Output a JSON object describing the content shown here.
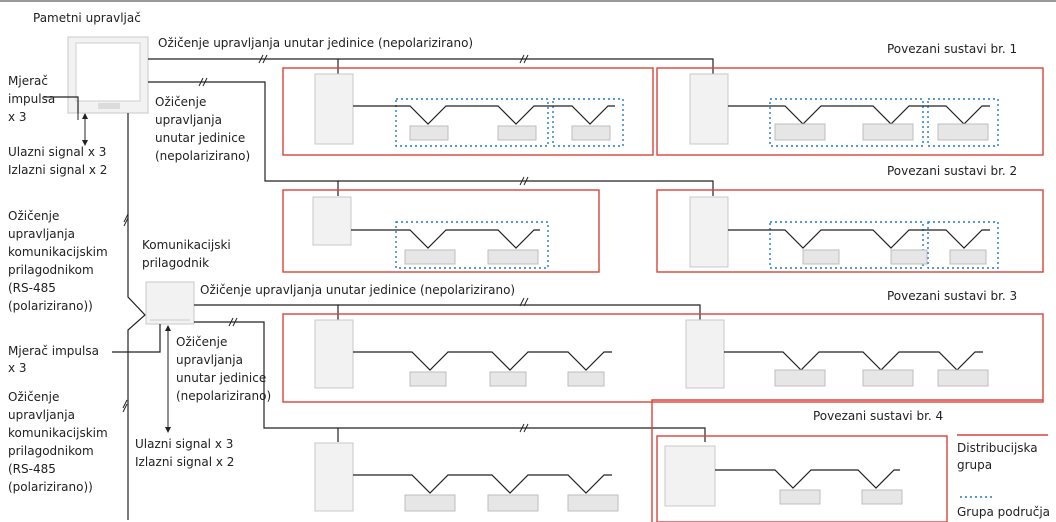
{
  "title": "Pametni upravljač",
  "controller_wiring": "Ožičenje upravljanja unutar jedinice (nepolarizirano)",
  "controller_wiring_side": [
    "Ožičenje",
    "upravljanja",
    "unutar jedinice",
    "(nepolarizirano)"
  ],
  "pulse_meter_top": [
    "Mjerač",
    "impulsa",
    "x 3"
  ],
  "io_top": [
    "Ulazni signal x 3",
    "Izlazni signal x 2"
  ],
  "comm_wiring_top": [
    "Ožičenje",
    "upravljanja",
    "komunikacijskim",
    "prilagodnikom",
    "(RS-485",
    "(polarizirano))"
  ],
  "adapter_label": [
    "Komunikacijski",
    "prilagodnik"
  ],
  "adapter_wiring": "Ožičenje upravljanja unutar jedinice (nepolarizirano)",
  "pulse_meter_bottom": [
    "Mjerač impulsa",
    "x 3"
  ],
  "adapter_wiring_side": [
    "Ožičenje",
    "upravljanja",
    "unutar jedinice",
    "(nepolarizirano)"
  ],
  "comm_wiring_bottom": [
    "Ožičenje",
    "upravljanja",
    "komunikacijskim",
    "prilagodnikom",
    "(RS-485",
    "(polarizirano))"
  ],
  "io_bottom": [
    "Ulazni signal x 3",
    "Izlazni signal x 2"
  ],
  "systems": [
    "Povezani sustavi br. 1",
    "Povezani sustavi br. 2",
    "Povezani sustavi br. 3",
    "Povezani sustavi br. 4"
  ],
  "legend": {
    "distribution": [
      "Distribucijska",
      "grupa"
    ],
    "area": "Grupa područja",
    "red": "#d9453b",
    "blue": "#1e78c8"
  }
}
